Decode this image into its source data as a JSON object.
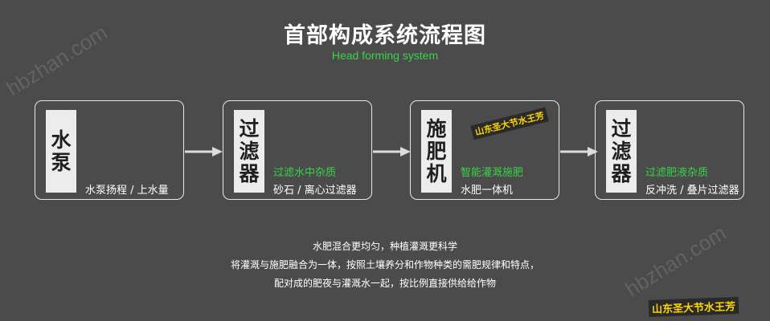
{
  "title": "首部构成系统流程图",
  "subtitle": "Head forming system",
  "stages": [
    {
      "label_lines": [
        "水",
        "泵"
      ],
      "green": "",
      "desc": "水泵扬程 / 上水量"
    },
    {
      "label_lines": [
        "过",
        "滤",
        "器"
      ],
      "green": "过滤水中杂质",
      "desc": "砂石 / 离心过滤器"
    },
    {
      "label_lines": [
        "施",
        "肥",
        "机"
      ],
      "green": "智能灌溉施肥",
      "desc": "水肥一体机"
    },
    {
      "label_lines": [
        "过",
        "滤",
        "器"
      ],
      "green": "过滤肥液杂质",
      "desc": "反冲洗 / 叠片过滤器"
    }
  ],
  "stamp_text": "山东圣大节水王芳",
  "watermark": "hbzhan.com",
  "footer": [
    "水肥混合更均匀，种植灌溉更科学",
    "将灌溉与施肥融合为一体，按照土壤养分和作物种类的需肥规律和特点，",
    "配对成的肥夜与灌溉水一起，按比例直接供给给作物"
  ],
  "colors": {
    "background": "#4b4b4b",
    "accent_green": "#39d34a",
    "label_bg": "#ececec",
    "arrow": "#dcdcdc",
    "stamp": "#ffd400"
  }
}
